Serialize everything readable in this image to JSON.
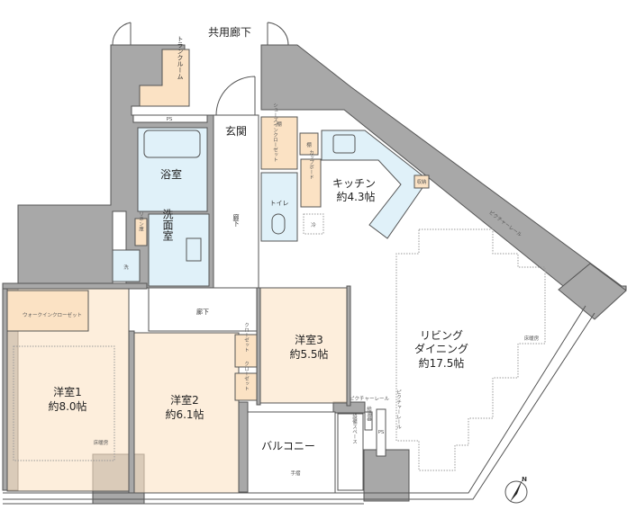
{
  "labels": {
    "common_corridor": "共用廊下",
    "trunk_room": "トランクルーム",
    "ps": "PS",
    "entrance": "玄関",
    "bathroom": "浴室",
    "shoes_closet": "シューズインクローゼット",
    "shelf": "棚",
    "cupboard": "カップボード",
    "toilet": "トイレ",
    "refrigerator": "冷",
    "kitchen": "キッチン",
    "kitchen_size": "約4.3帖",
    "storage": "収納",
    "hall_corridor": "廊下",
    "washroom": "洗面室",
    "linen": "リネン庫",
    "washer": "洗",
    "corridor": "廊下",
    "walk_in_closet": "ウォークインクローゼット",
    "room1": "洋室1",
    "room1_size": "約8.0帖",
    "room2": "洋室2",
    "room2_size": "約6.1帖",
    "room3": "洋室3",
    "room3_size": "約5.5帖",
    "closet": "クローゼット",
    "living": "リビング",
    "dining": "ダイニング",
    "living_size": "約17.5帖",
    "floor_heating": "床暖房",
    "picture_rail": "ピクチャーレール",
    "balcony": "バルコニー",
    "handrail": "手摺",
    "equipment_space": "設備スペース",
    "water_heater": "給湯器",
    "north": "N"
  },
  "colors": {
    "wall": "#a8a8a8",
    "storage": "#fbe2c4",
    "wet_area": "#e0f1f9"
  }
}
